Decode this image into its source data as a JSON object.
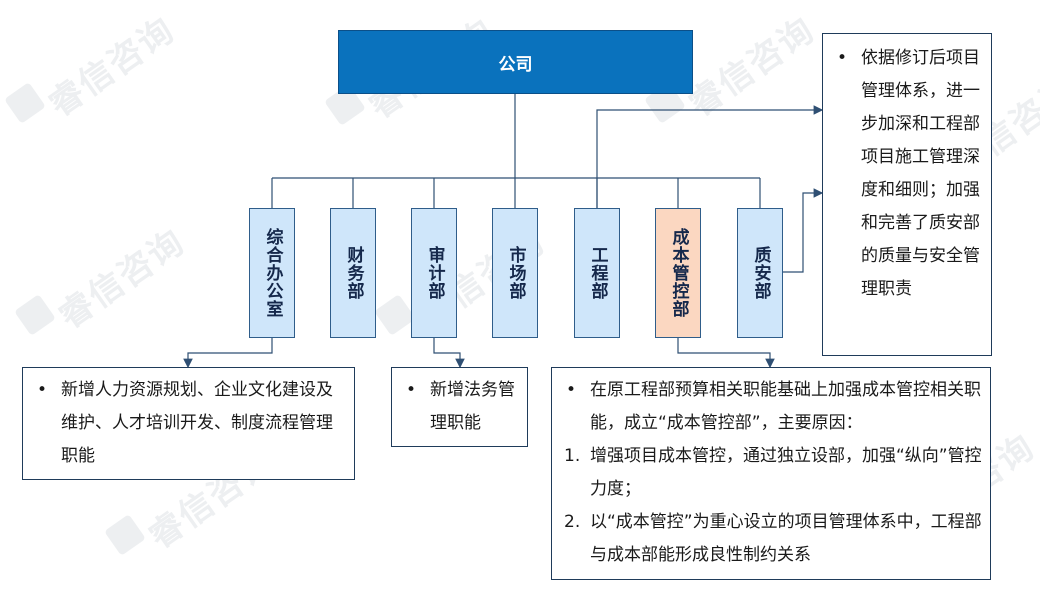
{
  "watermark": "睿信咨询",
  "company": "公司",
  "departments": [
    {
      "id": "admin",
      "label": "综合办公室"
    },
    {
      "id": "finance",
      "label": "财务部"
    },
    {
      "id": "audit",
      "label": "审计部"
    },
    {
      "id": "market",
      "label": "市场部"
    },
    {
      "id": "engineering",
      "label": "工程部"
    },
    {
      "id": "cost",
      "label": "成本管控部"
    },
    {
      "id": "quality",
      "label": "质安部"
    }
  ],
  "notes": {
    "admin": {
      "bullet": "新增人力资源规划、企业文化建设及维护、人才培训开发、制度流程管理职能"
    },
    "audit": {
      "bullet": "新增法务管理职能"
    },
    "cost": {
      "bullet": "在原工程部预算相关职能基础上加强成本管控相关职能，成立“成本管控部”，主要原因：",
      "items": [
        {
          "num": "1.",
          "text": "增强项目成本管控，通过独立设部，加强“纵向”管控力度；"
        },
        {
          "num": "2.",
          "text": "以“成本管控”为重心设立的项目管理体系中，工程部与成本部能形成良性制约关系"
        }
      ]
    },
    "quality": {
      "bullet": "依据修订后项目管理体系，进一步加深和工程部项目施工管理深度和细则；加强和完善了质安部的质量与安全管理职责"
    }
  },
  "colors": {
    "company": "#0a72bd",
    "dept": "#cfe6fa",
    "dept_highlight": "#fbd7c1",
    "line": "#2f4f73"
  }
}
